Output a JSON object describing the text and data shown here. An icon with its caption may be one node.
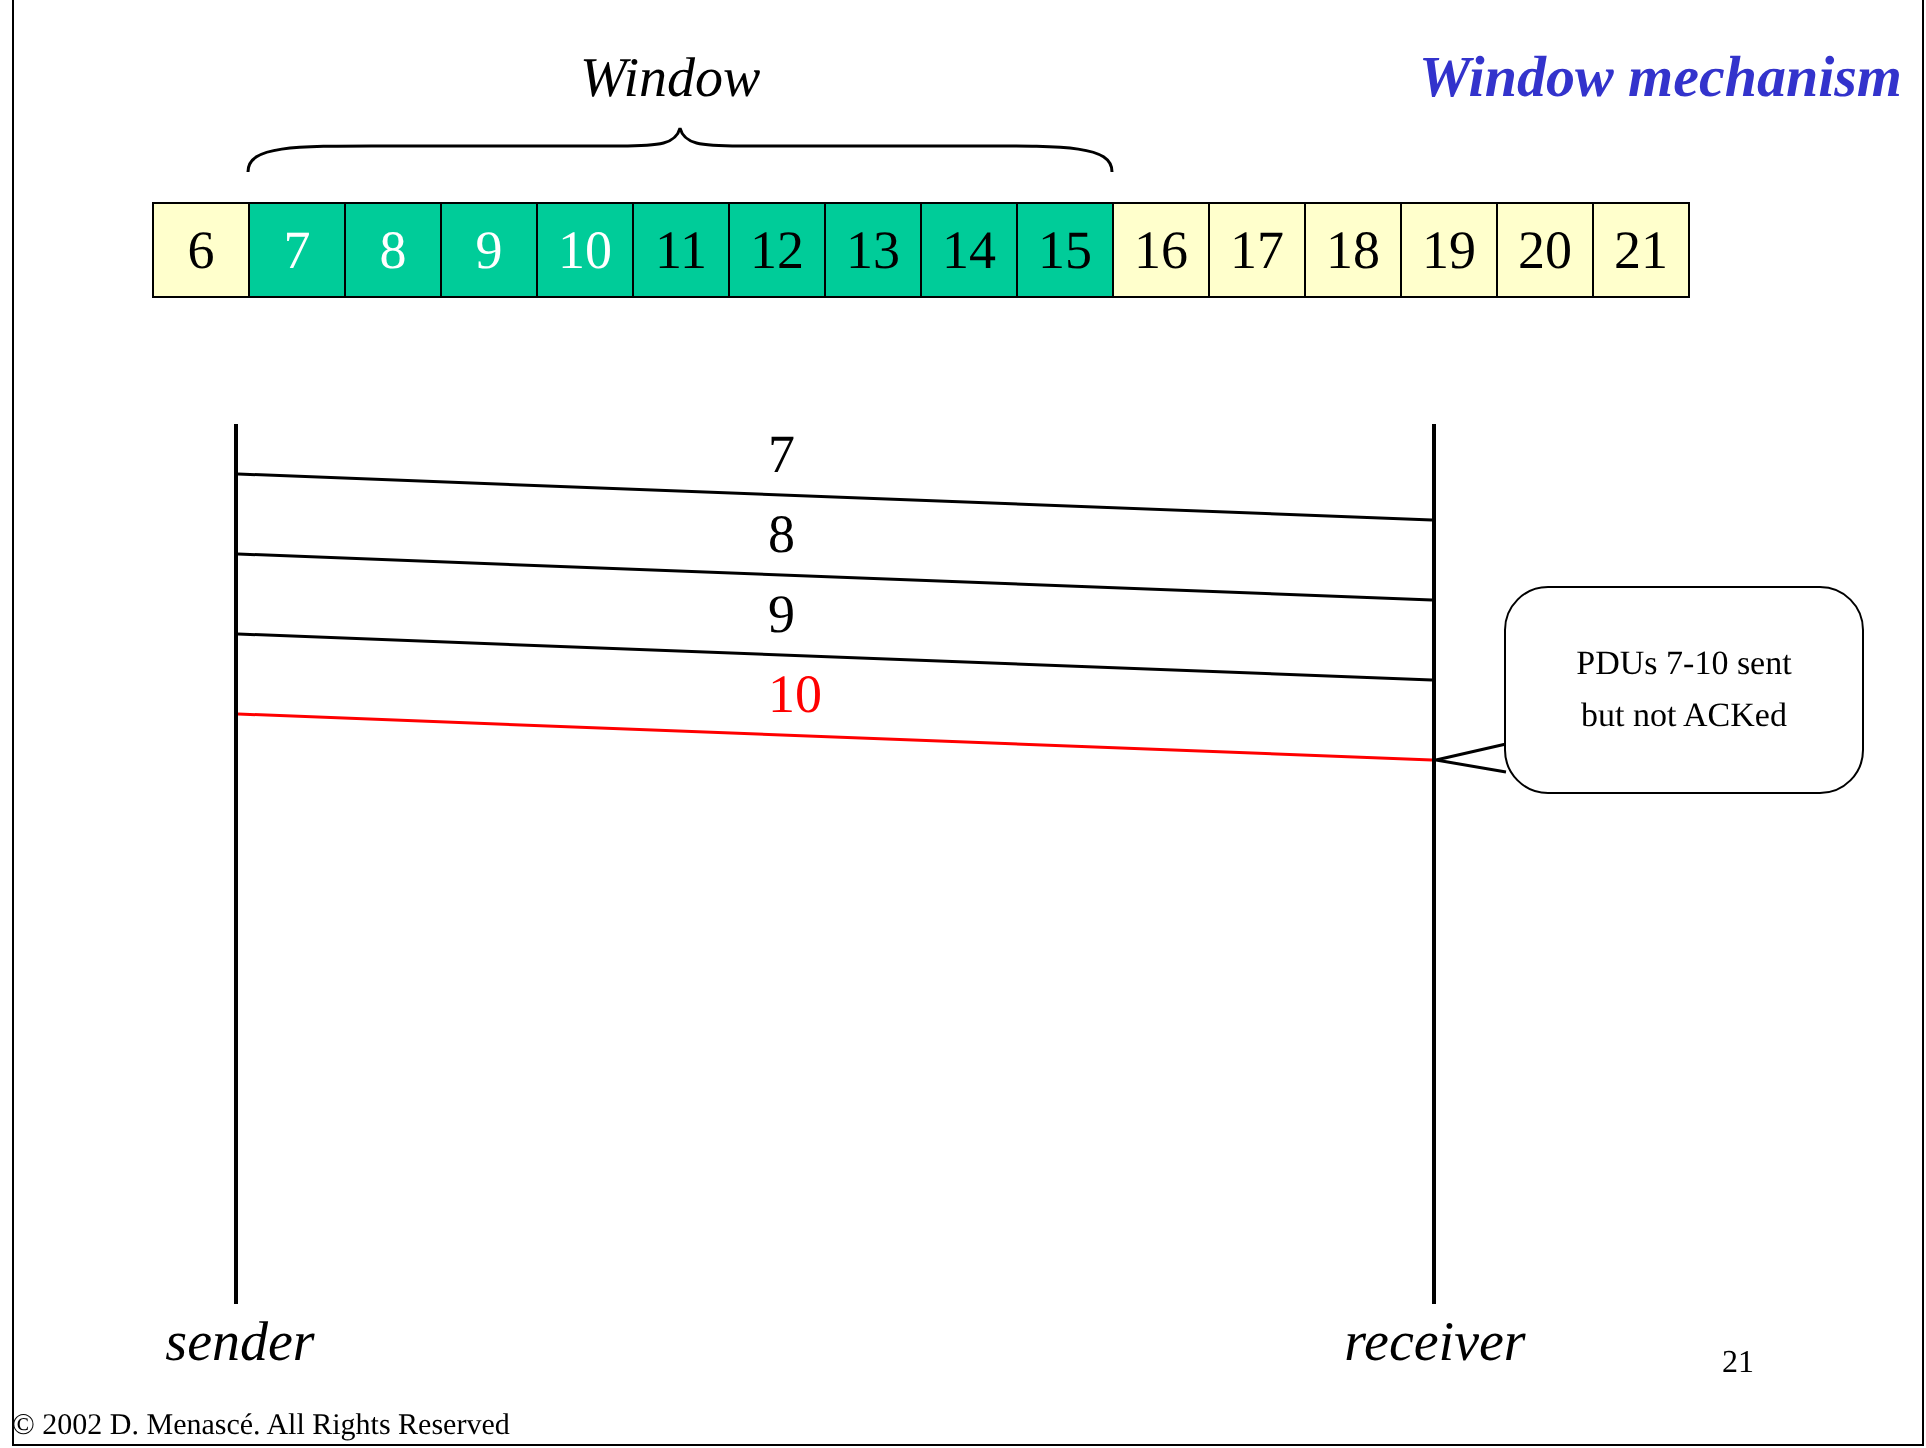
{
  "diagram": {
    "title": "Window mechanism",
    "nodes": [
      {
        "text": [
          "6"
        ]
      },
      {
        "text": [
          "7"
        ]
      },
      {
        "text": [
          "8"
        ]
      },
      {
        "text": [
          "9"
        ]
      },
      {
        "text": [
          "10"
        ]
      },
      {
        "text": [
          "11"
        ]
      },
      {
        "text": [
          "12"
        ]
      },
      {
        "text": [
          "13"
        ]
      },
      {
        "text": [
          "14"
        ]
      },
      {
        "text": [
          "15"
        ]
      },
      {
        "text": [
          "16"
        ]
      },
      {
        "text": [
          "17"
        ]
      },
      {
        "text": [
          "18"
        ]
      },
      {
        "text": [
          "19"
        ]
      },
      {
        "text": [
          "20"
        ]
      },
      {
        "text": [
          "21"
        ]
      },
      {
        "text": [],
        "shape": "bar",
        "beside": [
          "sender"
        ]
      },
      {
        "text": [],
        "shape": "bar",
        "beside": [
          "receiver"
        ]
      },
      {
        "text": [
          "PDUs 7-10 sent but not ACKed"
        ]
      }
    ],
    "edges": [
      {
        "from": 16,
        "to": 17,
        "arrow": "none",
        "label": "7"
      },
      {
        "from": 16,
        "to": 17,
        "arrow": "none",
        "label": "8"
      },
      {
        "from": 16,
        "to": 17,
        "arrow": "none",
        "label": "9"
      },
      {
        "from": 16,
        "to": 17,
        "arrow": "none",
        "label": "10",
        "color": "#ff0000"
      },
      {
        "from": 18,
        "to": 17,
        "arrow": "none"
      }
    ],
    "labels": [
      "Window",
      "21",
      "© 2002 D. Menascé. All Rights Reserved"
    ]
  }
}
